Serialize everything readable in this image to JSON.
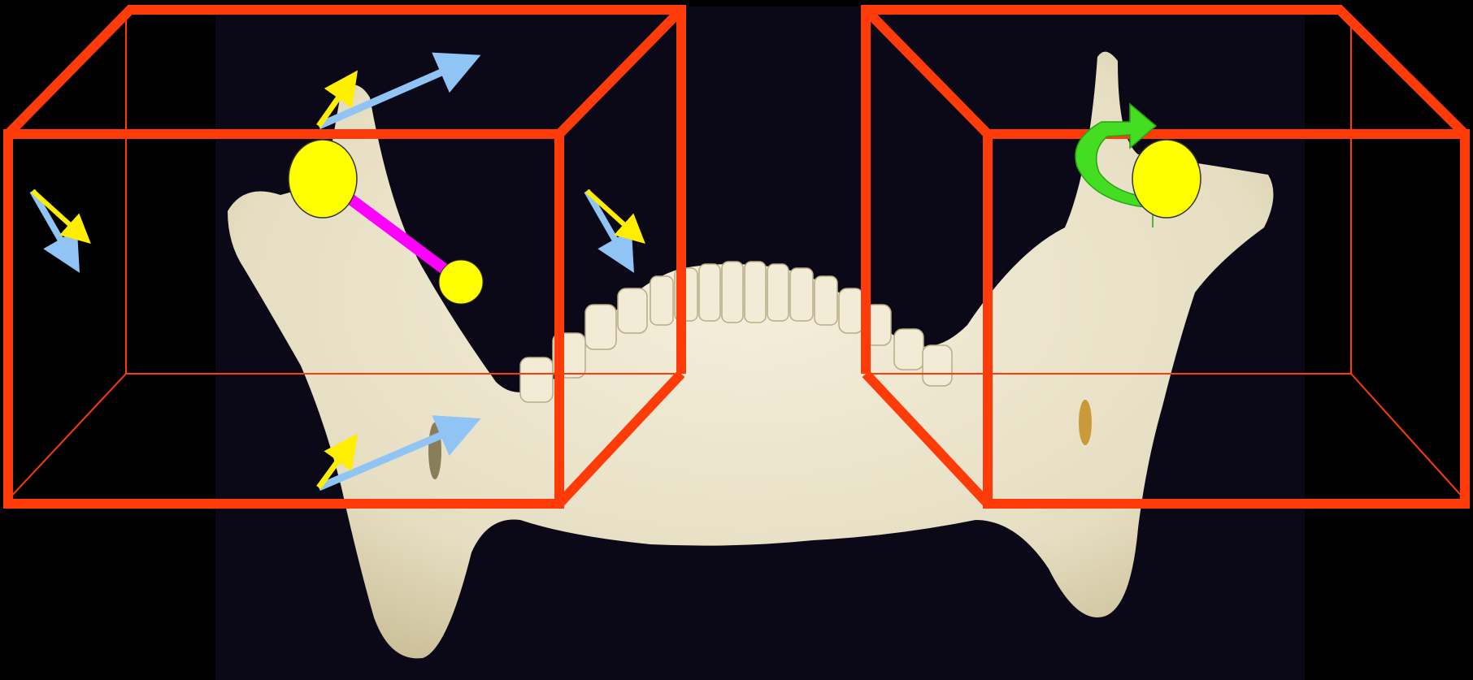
{
  "scene": {
    "description_visible_text": "",
    "colors": {
      "background": "#000000",
      "photo_backdrop": "#0b0818",
      "bone": "#ece6cf",
      "bone_shade": "#cfc4a0",
      "box_frame": "#ff3b0a",
      "joint_marker": "#ffff00",
      "axis_link": "#ff00ff",
      "translation_arrow_blue": "#8fc4f5",
      "translation_arrow_yellow": "#ffee00",
      "rotation_arrow": "#44dd22"
    }
  },
  "left_box": {
    "label": "",
    "joint_markers": 2,
    "link": true,
    "arrow_pairs": 4
  },
  "right_box": {
    "label": "",
    "joint_markers": 1,
    "rotation_arrow": true
  }
}
